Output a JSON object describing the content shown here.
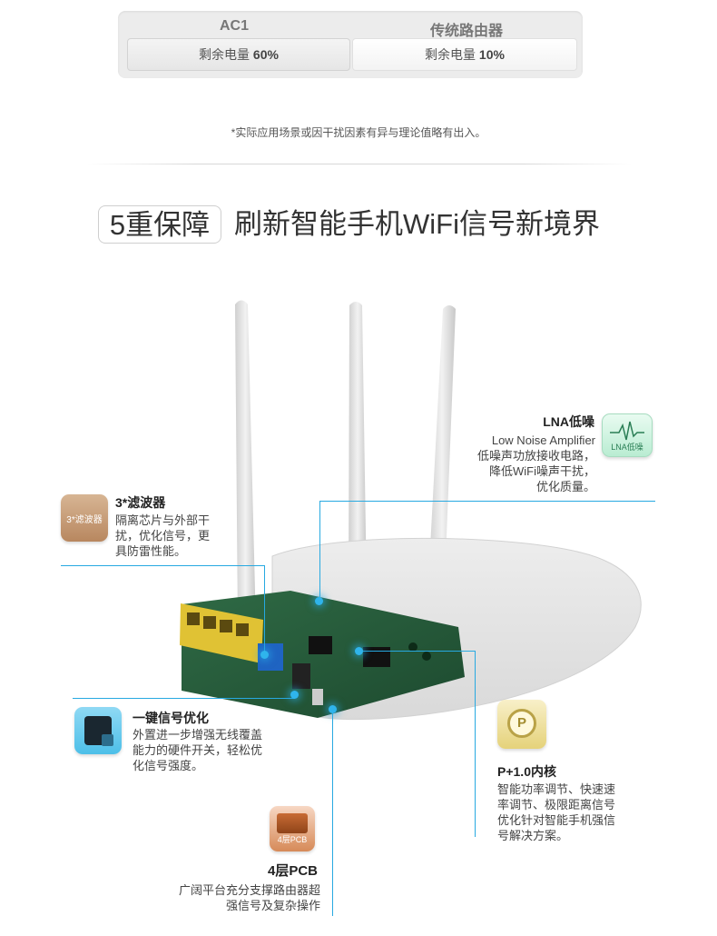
{
  "comparison": {
    "col1_header": "AC1",
    "col2_header": "传统路由器",
    "col1_label": "剩余电量",
    "col1_value": "60%",
    "col2_label": "剩余电量",
    "col2_value": "10%"
  },
  "note": "*实际应用场景或因干扰因素有异与理论值略有出入。",
  "headline": {
    "badge": "5重保障",
    "text": "刷新智能手机WiFi信号新境界"
  },
  "features": {
    "lna": {
      "title": "LNA低噪",
      "subtitle": "Low Noise Amplifier",
      "lines": [
        "低噪声功放接收电路，",
        "降低WiFi噪声干扰，",
        "优化质量。"
      ],
      "icon_label": "LNA低噪",
      "icon": "waveform-icon"
    },
    "filter": {
      "title": "3*滤波器",
      "lines": [
        "隔离芯片与外部干",
        "扰，优化信号，更",
        "具防雷性能。"
      ],
      "icon_label": "3*滤波器",
      "icon": "filter-icon"
    },
    "optimize": {
      "title": "一键信号优化",
      "lines": [
        "外置进一步增强无线覆盖",
        "能力的硬件开关，轻松优",
        "化信号强度。"
      ],
      "icon": "switch-icon"
    },
    "core": {
      "title": "P+1.0内核",
      "lines": [
        "智能功率调节、快速速",
        "率调节、极限距离信号",
        "优化针对智能手机强信",
        "号解决方案。"
      ],
      "icon_glyph": "P",
      "icon": "p-core-icon"
    },
    "pcb": {
      "title": "4层PCB",
      "lines": [
        "广阔平台充分支撑路由器超",
        "强信号及复杂操作"
      ],
      "icon_label": "4层PCB",
      "icon": "pcb-icon"
    }
  },
  "colors": {
    "accent_line": "#27a9e1",
    "router_body": "#e6e6e6"
  }
}
